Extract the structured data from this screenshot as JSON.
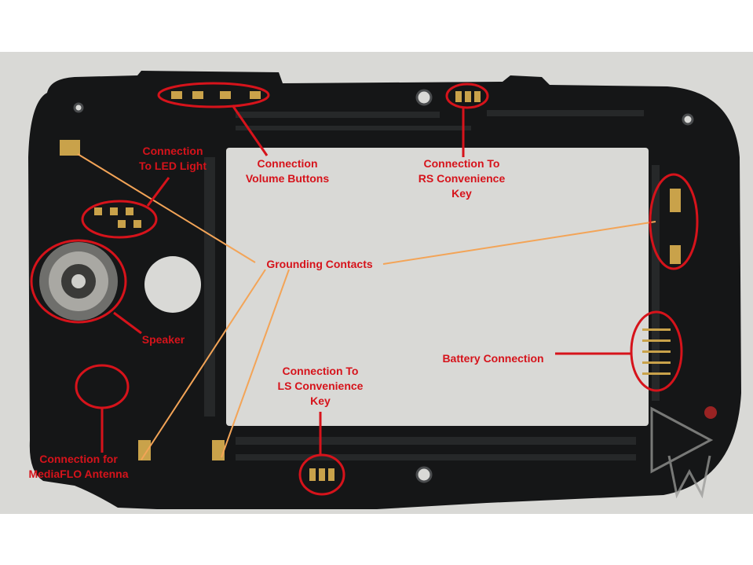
{
  "colors": {
    "background": "#ffffff",
    "photo_backdrop": "#d9d9d6",
    "frame": "#151617",
    "annotation_red": "#d6131b",
    "pointer_orange": "#f3a457",
    "contact_gold": "#c9a24a"
  },
  "labels": {
    "led_light": [
      "Connection",
      "To LED Light"
    ],
    "volume_buttons": [
      "Connection",
      "Volume Buttons"
    ],
    "rs_key": [
      "Connection To",
      "RS Convenience",
      "Key"
    ],
    "grounding": "Grounding Contacts",
    "speaker": "Speaker",
    "battery": "Battery Connection",
    "ls_key": [
      "Connection To",
      "LS Convenience",
      "Key"
    ],
    "mediaflo": [
      "Connection for",
      "MediaFLO Antenna"
    ]
  },
  "watermark": {
    "icon": "watermark-logo-icon"
  }
}
